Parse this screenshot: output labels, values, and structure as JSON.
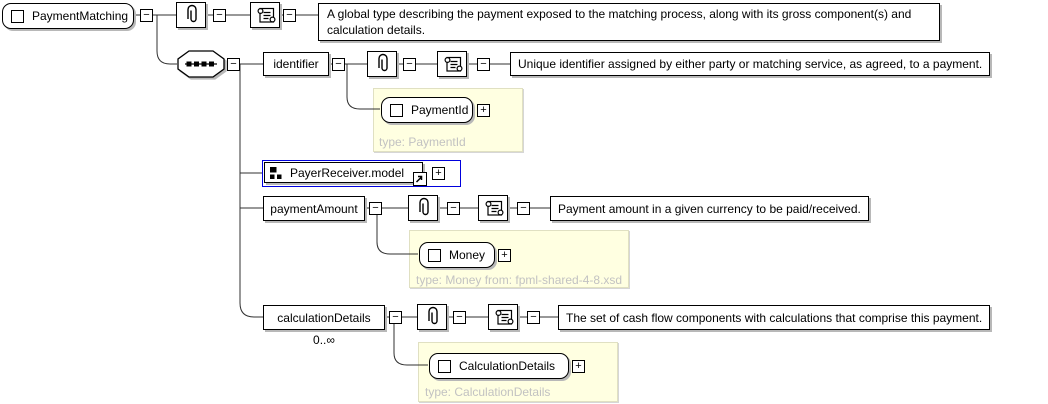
{
  "colors": {
    "panel_bg": "#ffffe1",
    "group_ref_border": "#0000dd",
    "muted_type_text": "#c2c2c2"
  },
  "icons": {
    "expand": "+",
    "collapse": "−"
  },
  "root": {
    "label": "PaymentMatching",
    "annotation": "A global type describing the payment exposed to the matching process, along with its gross component(s) and calculation details."
  },
  "children": [
    {
      "label": "identifier",
      "annotation": "Unique identifier assigned by either party or matching service, as agreed, to a payment.",
      "panel": {
        "element": "PaymentId",
        "type_note": "type: PaymentId"
      }
    },
    {
      "label": "PayerReceiver.model"
    },
    {
      "label": "paymentAmount",
      "annotation": "Payment amount in a given currency to be paid/received.",
      "panel": {
        "element": "Money",
        "type_note": "type: Money from: fpml-shared-4-8.xsd"
      }
    },
    {
      "label": "calculationDetails",
      "occurrence": "0..∞",
      "annotation": "The set of cash flow components with calculations that comprise this payment.",
      "panel": {
        "element": "CalculationDetails",
        "type_note": "type: CalculationDetails"
      }
    }
  ]
}
